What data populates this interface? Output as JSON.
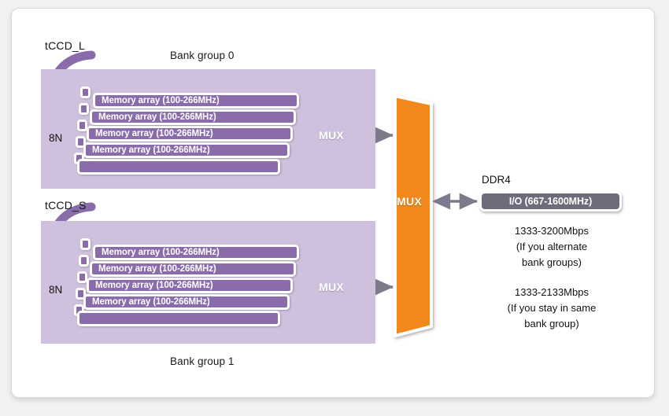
{
  "diagram": {
    "title_present": false,
    "colors": {
      "bank_group_panel": "#cfc0dd",
      "memory_array": "#8b6cab",
      "mux": "#f2881f",
      "io_box": "#6e6b7b",
      "arrow": "#7b7b8c",
      "tccd_arrow": "#8b6cab",
      "frame_border": "#d9d9d9",
      "page_background": "#f2f2f2",
      "text": "#111111"
    },
    "timing_labels": [
      {
        "id": "tccd-l",
        "label": "tCCD_L"
      },
      {
        "id": "tccd-s",
        "label": "tCCD_S"
      }
    ],
    "prefetch_labels": [
      {
        "id": "8n-top",
        "label": "8N"
      },
      {
        "id": "8n-bottom",
        "label": "8N"
      }
    ],
    "bank_groups": [
      {
        "id": "bank-group-0",
        "label": "Bank group 0",
        "label_position": "top",
        "memory_arrays": [
          {
            "label": "Memory array (100-266MHz)",
            "visible": true
          },
          {
            "label": "Memory array (100-266MHz)",
            "visible": true
          },
          {
            "label": "Memory array (100-266MHz)",
            "visible": true
          },
          {
            "label": "Memory array (100-266MHz)",
            "visible": true
          },
          {
            "label": "Memory array (100-266MHz)",
            "visible": false
          }
        ],
        "mux_label": "MUX",
        "array_to_mux_arrows": 5
      },
      {
        "id": "bank-group-1",
        "label": "Bank group 1",
        "label_position": "bottom",
        "memory_arrays": [
          {
            "label": "Memory array (100-266MHz)",
            "visible": true
          },
          {
            "label": "Memory array (100-266MHz)",
            "visible": true
          },
          {
            "label": "Memory array (100-266MHz)",
            "visible": true
          },
          {
            "label": "Memory array (100-266MHz)",
            "visible": true
          },
          {
            "label": "Memory array (100-266MHz)",
            "visible": false
          }
        ],
        "mux_label": "MUX",
        "array_to_mux_arrows": 5
      }
    ],
    "global_mux": {
      "label": "MUX"
    },
    "io": {
      "title": "DDR4",
      "label": "I/O (667-1600MHz)"
    },
    "rate_notes": [
      {
        "id": "alternate-bank-groups",
        "value": "1333-3200Mbps",
        "condition_line_1": "(If you alternate",
        "condition_line_2": "bank groups)"
      },
      {
        "id": "same-bank-group",
        "value": "1333-2133Mbps",
        "condition_line_1": "(If you stay in same",
        "condition_line_2": "bank group)"
      }
    ]
  }
}
